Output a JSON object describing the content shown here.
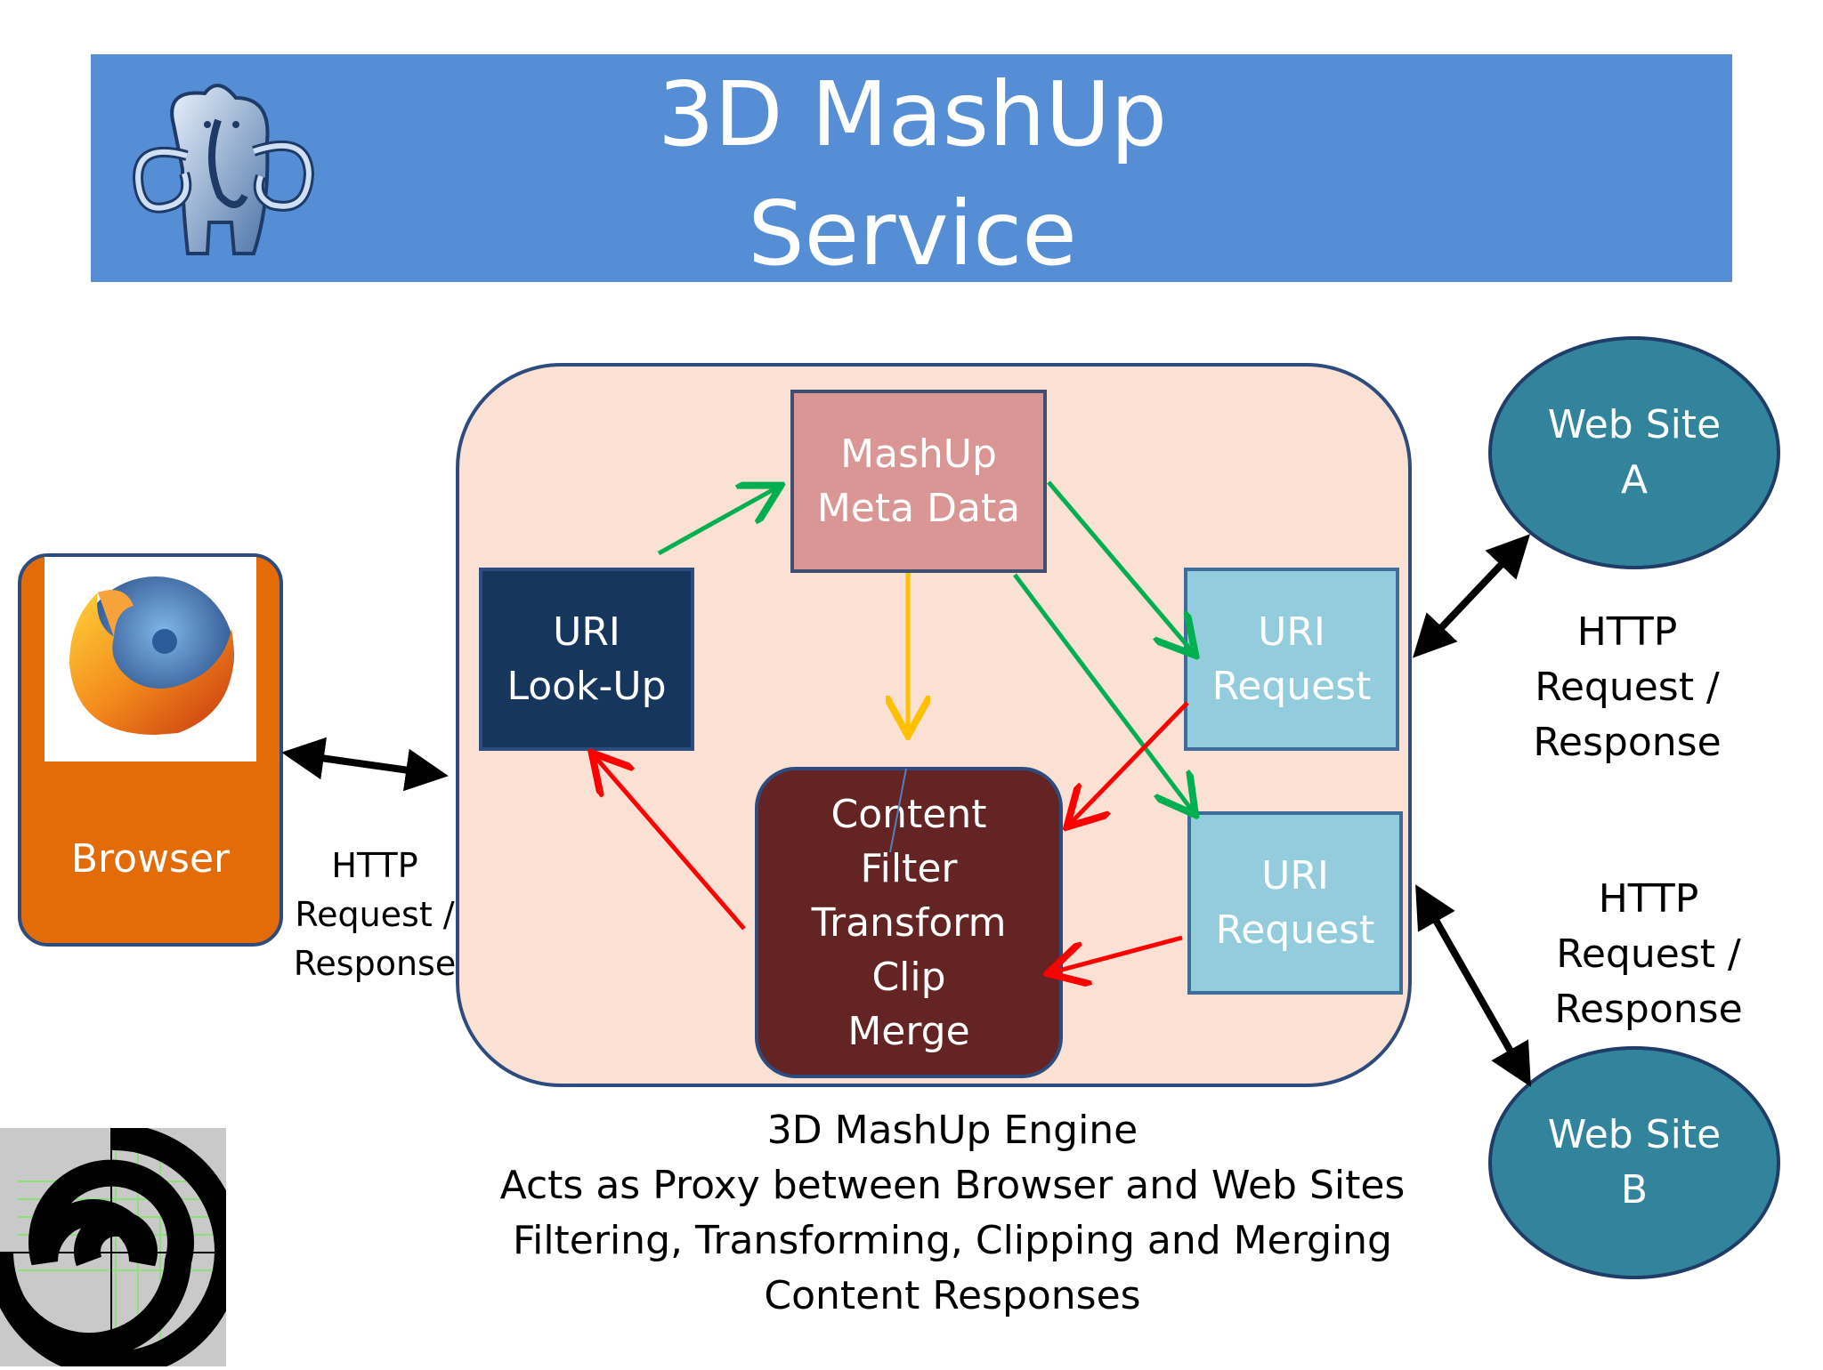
{
  "title": {
    "line1": "3D MashUp",
    "line2": "Service"
  },
  "nodes": {
    "metadata": [
      "MashUp",
      "Meta Data"
    ],
    "lookup": [
      "URI",
      "Look-Up"
    ],
    "uri_request_1": [
      "URI",
      "Request"
    ],
    "uri_request_2": [
      "URI",
      "Request"
    ],
    "content": [
      "Content",
      "Filter",
      "Transform",
      "Clip",
      "Merge"
    ],
    "browser": "Browser",
    "site_a": [
      "Web Site",
      "A"
    ],
    "site_b": [
      "Web Site",
      "B"
    ]
  },
  "edge_labels": {
    "browser_engine": [
      "HTTP",
      "Request /",
      "Response"
    ],
    "engine_site_a": [
      "HTTP",
      "Request /",
      "Response"
    ],
    "engine_site_b": [
      "HTTP",
      "Request /",
      "Response"
    ]
  },
  "caption": [
    "3D MashUp Engine",
    "Acts as Proxy between Browser and Web Sites",
    "Filtering, Transforming, Clipping and Merging",
    "Content Responses"
  ],
  "colors": {
    "banner": "#558ed5",
    "engine_fill": "#fbe1d4",
    "metadata": "#d99694",
    "lookup": "#17365d",
    "uri_request": "#93cddd",
    "content": "#632423",
    "browser": "#e36c09",
    "web_site": "#31849b",
    "green_arrow": "#00b050",
    "red_arrow": "#ff0000",
    "yellow_arrow": "#ffc000",
    "black_arrow": "#000000"
  },
  "icons": {
    "banner_logo": "mammoth-logo-icon",
    "browser_logo": "firefox-logo-icon",
    "corner_logo": "spiral-logo-icon"
  }
}
